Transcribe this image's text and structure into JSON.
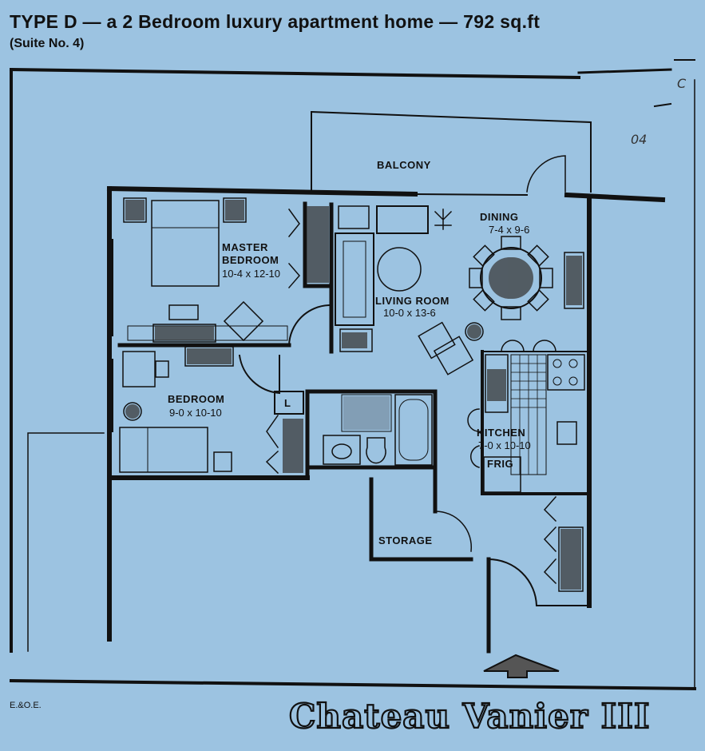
{
  "header": {
    "title": "TYPE D — a 2 Bedroom luxury apartment home — 792 sq.ft",
    "subtitle": "(Suite No. 4)"
  },
  "rooms": {
    "balcony": {
      "name": "BALCONY"
    },
    "dining": {
      "name": "DINING",
      "dims": "7-4 x 9-6"
    },
    "master": {
      "name1": "MASTER",
      "name2": "BEDROOM",
      "dims": "10-4 x 12-10"
    },
    "living": {
      "name": "LIVING ROOM",
      "dims": "10-0 x 13-6"
    },
    "bedroom": {
      "name": "BEDROOM",
      "dims": "9-0 x 10-10"
    },
    "kitchen": {
      "name": "KITCHEN",
      "dims": "7-0 x 10-10",
      "frig": "FRIG"
    },
    "storage": {
      "name": "STORAGE"
    },
    "linen": {
      "label": "L"
    }
  },
  "annotations": {
    "mark1": "C",
    "mark2": "04"
  },
  "footer": {
    "eoe": "E.&O.E.",
    "brand": "Chateau Vanier III"
  },
  "colors": {
    "background": "#9cc3e1",
    "ink": "#111111"
  }
}
